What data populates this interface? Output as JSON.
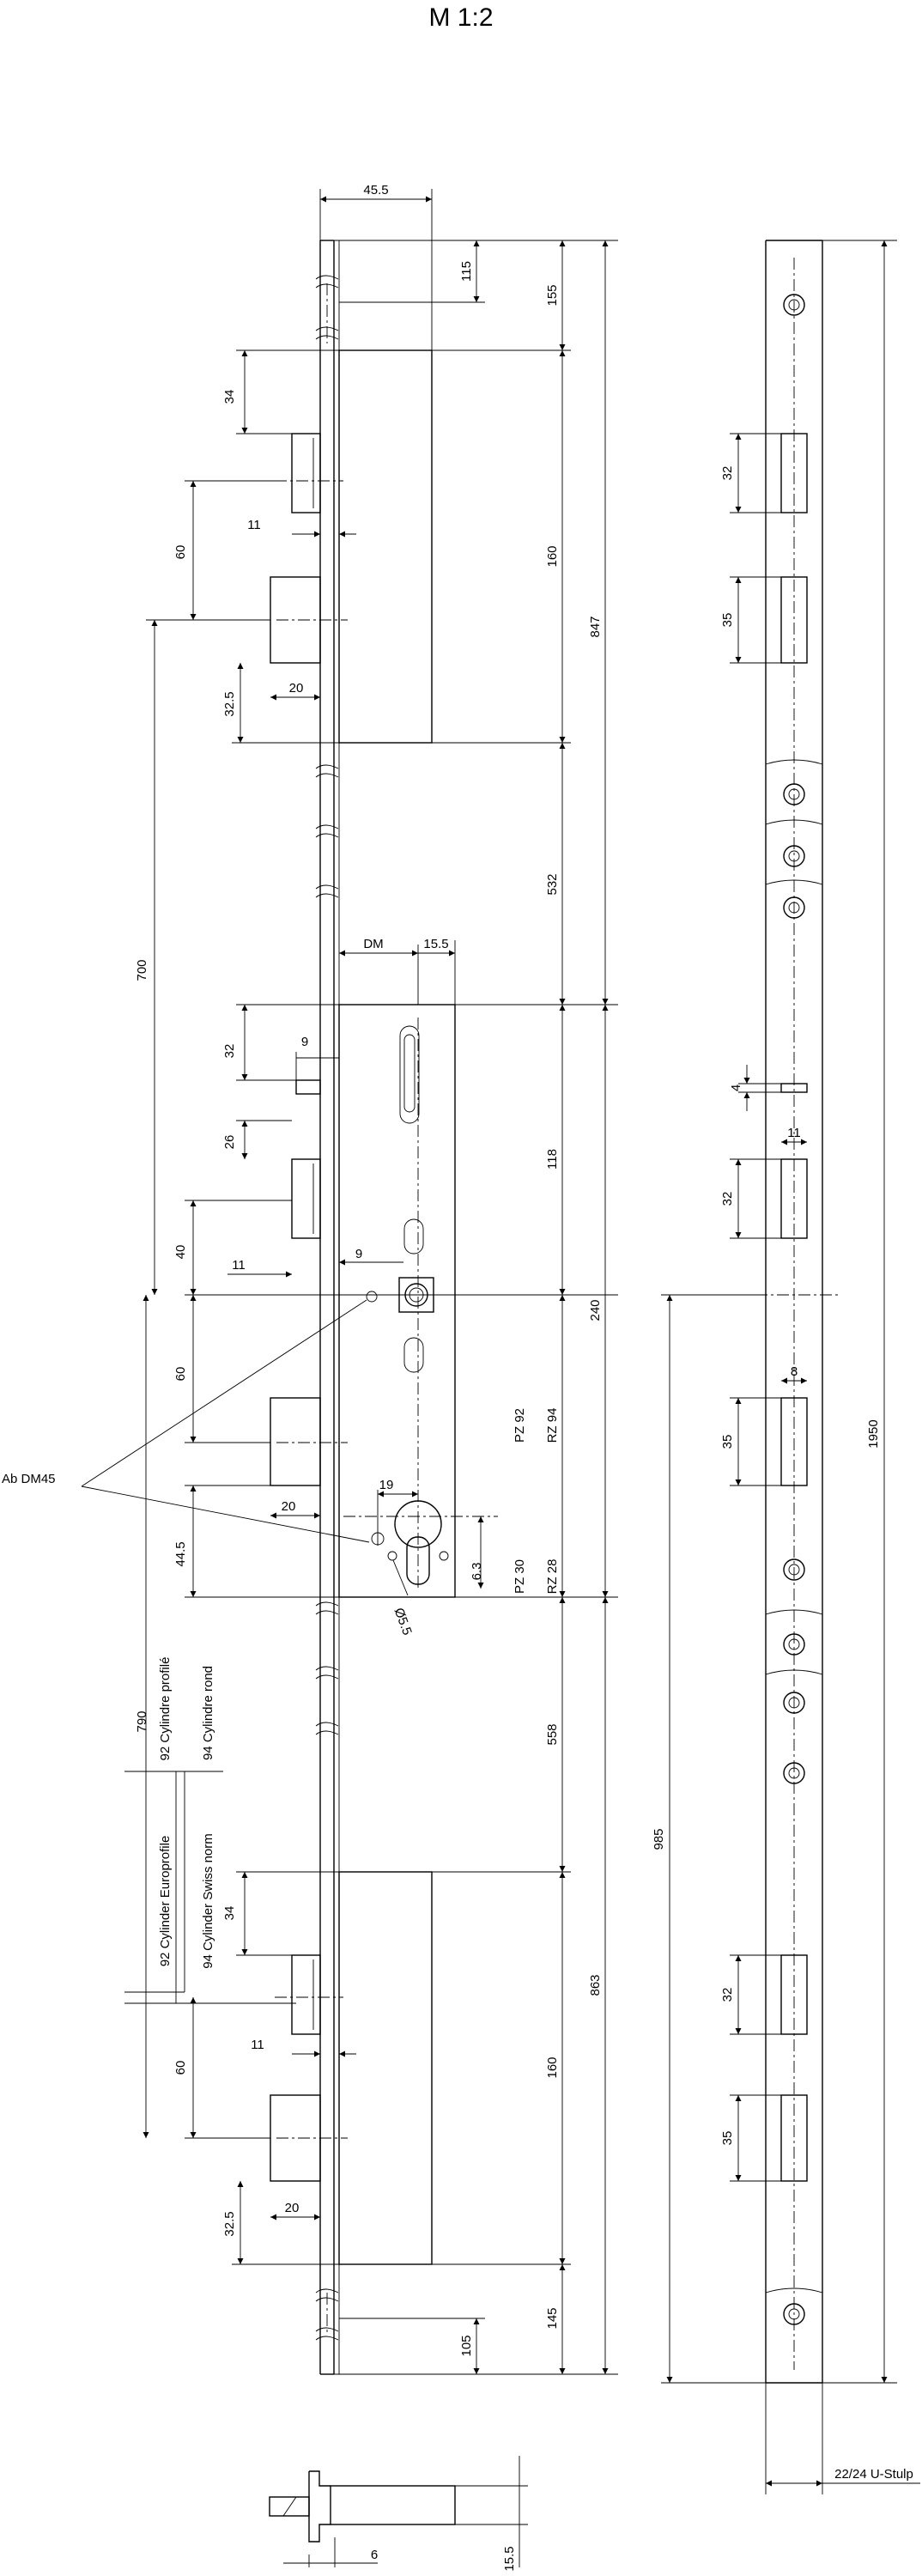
{
  "title": "M 1:2",
  "dims": {
    "d45_5": "45.5",
    "d115": "115",
    "d155": "155",
    "d34a": "34",
    "d160a": "160",
    "d847": "847",
    "d60a": "60",
    "d11a": "11",
    "d32_5a": "32.5",
    "d20a": "20",
    "d700": "700",
    "d532": "532",
    "dDM": "DM",
    "d15_5": "15.5",
    "d32a": "32",
    "d9a": "9",
    "d26": "26",
    "d118": "118",
    "d40": "40",
    "d11b": "11",
    "d9b": "9",
    "d240": "240",
    "d60b": "60",
    "d19": "19",
    "d20b": "20",
    "d44_5": "44.5",
    "d6_3": "6.3",
    "dPZ92": "PZ 92",
    "dRZ94": "RZ 94",
    "dPZ30": "PZ 30",
    "dRZ28": "RZ 28",
    "dPhi5": "Ø5.5",
    "dAbDM45": "Ab DM45",
    "d790": "790",
    "d92p": "92 Cylindre profilé",
    "d94r": "94 Cylindre rond",
    "d92e": "92 Cylinder Europrofile",
    "d94s": "94 Cylinder Swiss norm",
    "d558": "558",
    "d985": "985",
    "d34b": "34",
    "d863": "863",
    "d60c": "60",
    "d11c": "11",
    "d160b": "160",
    "d32_5b": "32.5",
    "d20c": "20",
    "d145": "145",
    "d105": "105",
    "d6": "6",
    "d15_5b": "15.5",
    "r32a": "32",
    "r35a": "35",
    "r4": "4",
    "r11": "11",
    "r32b": "32",
    "r8": "8",
    "r35b": "35",
    "r1950": "1950",
    "r32c": "32",
    "r35c": "35",
    "rStulp": "22/24 U-Stulp"
  }
}
